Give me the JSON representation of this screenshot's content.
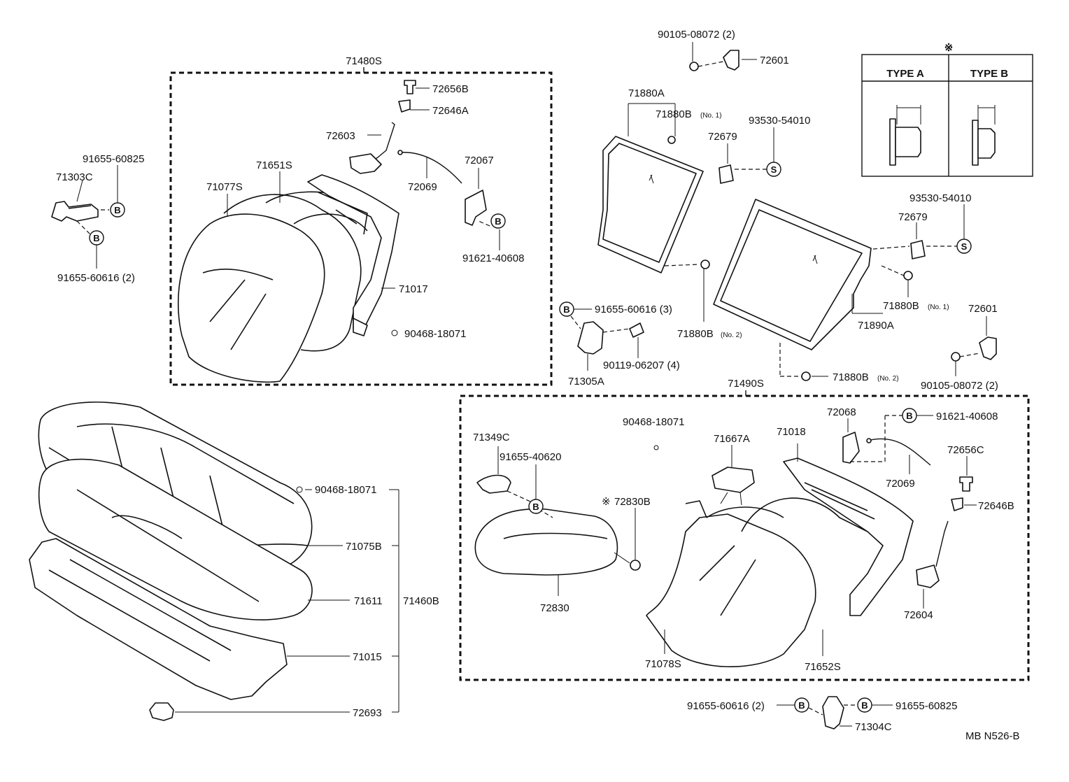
{
  "diagram_code": "MB N526-B",
  "note_symbol": "※",
  "inset": {
    "type_a": "TYPE A",
    "type_b": "TYPE B"
  },
  "symbols": {
    "b": "B",
    "s": "S"
  },
  "labels": {
    "p71480S": "71480S",
    "p72656B": "72656B",
    "p72646A": "72646A",
    "p72603": "72603",
    "p72067": "72067",
    "p72069a": "72069",
    "p91621_40608a": "91621-40608",
    "p71651S": "71651S",
    "p71077S": "71077S",
    "p71017": "71017",
    "p90468_18071a": "90468-18071",
    "p91655_60825a": "91655-60825",
    "p71303C": "71303C",
    "p91655_60616_2a": "91655-60616 (2)",
    "p90105_08072_2a": "90105-08072 (2)",
    "p72601a": "72601",
    "p71880A": "71880A",
    "p71880B_no1a": "71880B",
    "no1a": "(No. 1)",
    "p93530_54010a": "93530-54010",
    "p72679a": "72679",
    "p93530_54010b": "93530-54010",
    "p72679b": "72679",
    "p71880B_no1b": "71880B",
    "no1b": "(No. 1)",
    "p71890A": "71890A",
    "p72601b": "72601",
    "p90105_08072_2b": "90105-08072 (2)",
    "p71880B_no2a": "71880B",
    "no2a": "(No. 2)",
    "p71880B_no2b": "71880B",
    "no2b": "(No. 2)",
    "p91655_60616_3": "91655-60616 (3)",
    "p90119_06207_4": "90119-06207 (4)",
    "p71305A": "71305A",
    "p71490S": "71490S",
    "p90468_18071b": "90468-18071",
    "p71349C": "71349C",
    "p91655_40620": "91655-40620",
    "p72830B": "72830B",
    "p72830": "72830",
    "p71667A": "71667A",
    "p71018": "71018",
    "p72068": "72068",
    "p91621_40608b": "91621-40608",
    "p72656C": "72656C",
    "p72069b": "72069",
    "p72646B": "72646B",
    "p72604": "72604",
    "p71078S": "71078S",
    "p71652S": "71652S",
    "p91655_60616_2b": "91655-60616 (2)",
    "p91655_60825b": "91655-60825",
    "p71304C": "71304C",
    "p90468_18071c": "90468-18071",
    "p71075B": "71075B",
    "p71611": "71611",
    "p71460B": "71460B",
    "p71015": "71015",
    "p72693": "72693"
  }
}
